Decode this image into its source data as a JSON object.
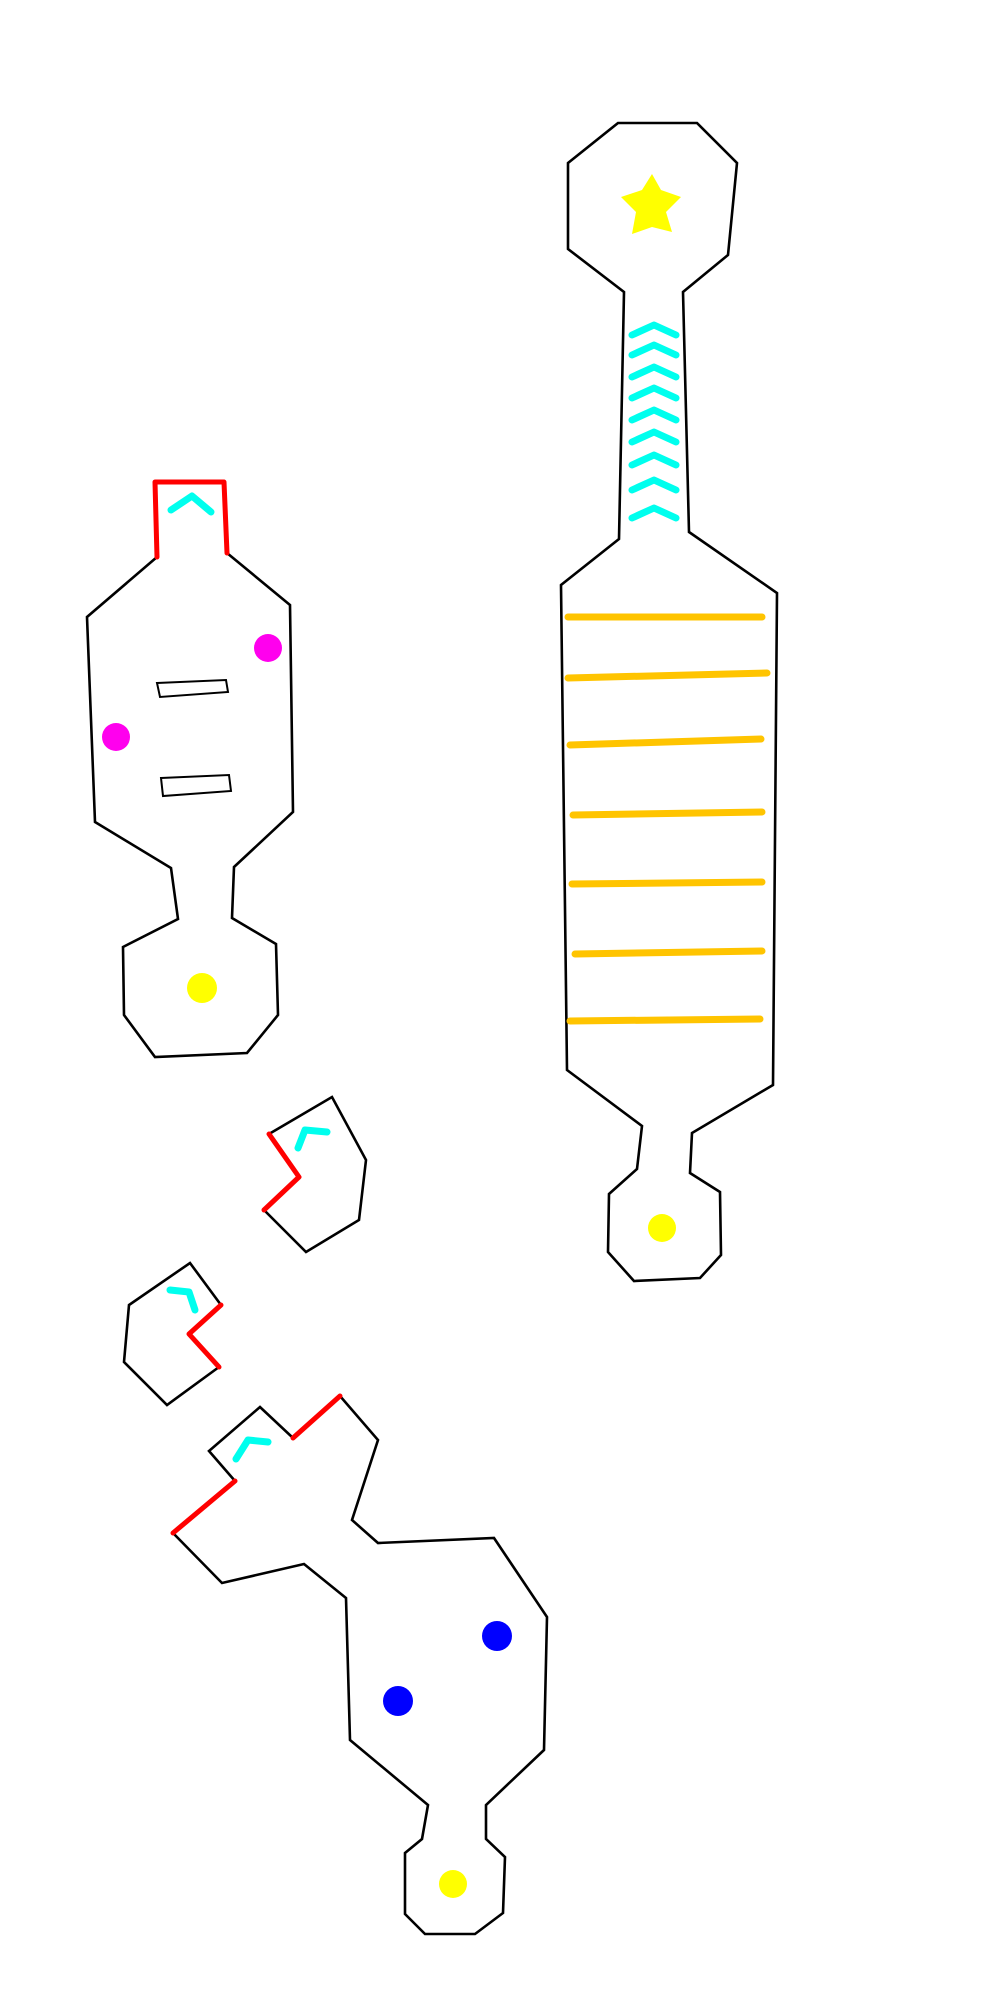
{
  "colors": {
    "background": "#ffffff",
    "outline": "#000000",
    "cut_edge": "#ff0000",
    "chevron": "#00ffee",
    "rung": "#ffc400",
    "star": "#ffff00",
    "dot_yellow": "#ffff00",
    "dot_magenta": "#ff00ee",
    "dot_blue": "#0000ff"
  },
  "pieces": [
    {
      "name": "tall-ladder-piece",
      "features": [
        "star-icon",
        "chevron-stack",
        "rung-stack",
        "yellow-dot"
      ]
    },
    {
      "name": "paddle-piece",
      "features": [
        "red-cut-edge",
        "chevron",
        "slots",
        "magenta-dots",
        "yellow-dot"
      ]
    },
    {
      "name": "small-fragment-a",
      "features": [
        "red-cut-edge",
        "chevron"
      ]
    },
    {
      "name": "small-fragment-b",
      "features": [
        "red-cut-edge",
        "chevron"
      ]
    },
    {
      "name": "blob-piece",
      "features": [
        "red-cut-edges",
        "chevron",
        "blue-dots",
        "yellow-dot"
      ]
    }
  ]
}
